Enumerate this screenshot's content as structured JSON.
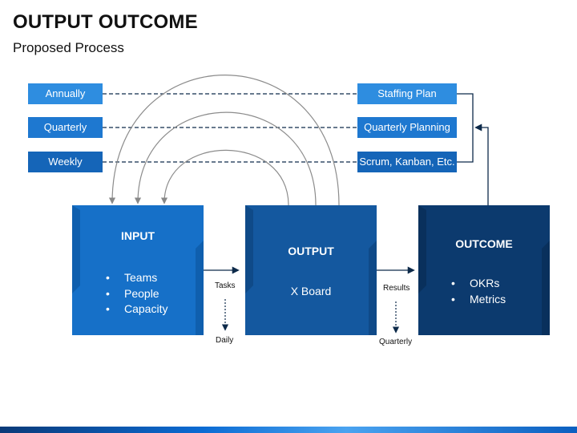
{
  "header": {
    "title": "OUTPUT OUTCOME",
    "subtitle": "Proposed Process"
  },
  "left_tags": [
    {
      "label": "Annually",
      "color": "#2e8de0"
    },
    {
      "label": "Quarterly",
      "color": "#1e78d0"
    },
    {
      "label": "Weekly",
      "color": "#1565b8"
    }
  ],
  "right_tags": [
    {
      "label": "Staffing Plan",
      "color": "#2e8de0"
    },
    {
      "label": "Quarterly Planning",
      "color": "#1e78d0"
    },
    {
      "label": "Scrum, Kanban, Etc.",
      "color": "#1565b8"
    }
  ],
  "boxes": {
    "input": {
      "title": "INPUT",
      "items": [
        "Teams",
        "People",
        "Capacity"
      ],
      "color": "#1670c8"
    },
    "output": {
      "title": "OUTPUT",
      "text": "X Board",
      "color": "#14589f"
    },
    "outcome": {
      "title": "OUTCOME",
      "items": [
        "OKRs",
        "Metrics"
      ],
      "color": "#0c3a6e"
    }
  },
  "flow_labels": {
    "tasks": "Tasks",
    "daily": "Daily",
    "results": "Results",
    "quarterly": "Quarterly"
  }
}
